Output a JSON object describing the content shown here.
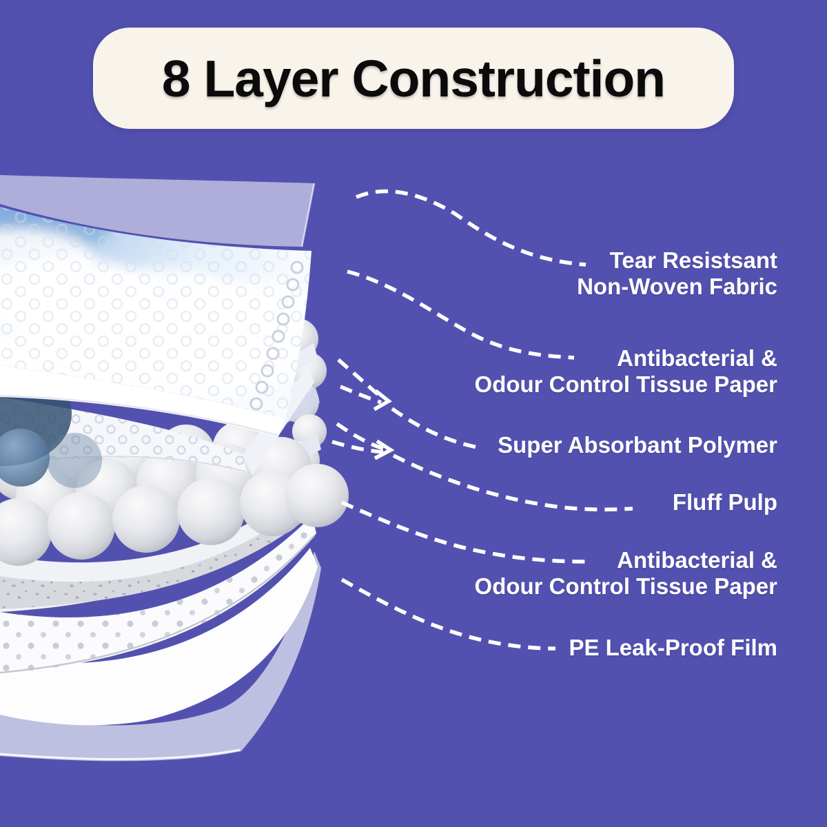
{
  "header": {
    "title": "8 Layer Construction"
  },
  "labels": [
    {
      "id": "tear-resistant-non-woven-fabric",
      "lines": [
        "Tear Resistsant",
        "Non-Woven Fabric"
      ]
    },
    {
      "id": "antibacterial-odour-control-tissue-paper-top",
      "lines": [
        "Antibacterial &",
        "Odour Control Tissue Paper"
      ]
    },
    {
      "id": "super-absorbant-polymer",
      "lines": [
        "Super Absorbant Polymer"
      ]
    },
    {
      "id": "fluff-pulp",
      "lines": [
        "Fluff Pulp"
      ]
    },
    {
      "id": "antibacterial-odour-control-tissue-paper-bottom",
      "lines": [
        "Antibacterial &",
        "Odour Control Tissue Paper"
      ]
    },
    {
      "id": "pe-leak-proof-film",
      "lines": [
        "PE Leak-Proof Film"
      ]
    }
  ],
  "illustration": {
    "name": "exploded-layer-stack",
    "visible_parts": [
      "translucent-top-film",
      "cloud-printed-top-sheet",
      "perforated-tissue-sheet",
      "absorbent-polymer-balls",
      "speckled-fluff-pulp-sheet",
      "dotted-tissue-sheet",
      "white-core-sheet",
      "translucent-bottom-film"
    ]
  },
  "colors": {
    "background": "#5351B0",
    "banner_bg": "#F8F4EB",
    "banner_text": "#0B0B0B",
    "label_text": "#FFFFFF",
    "connector": "#FFFFFF"
  }
}
